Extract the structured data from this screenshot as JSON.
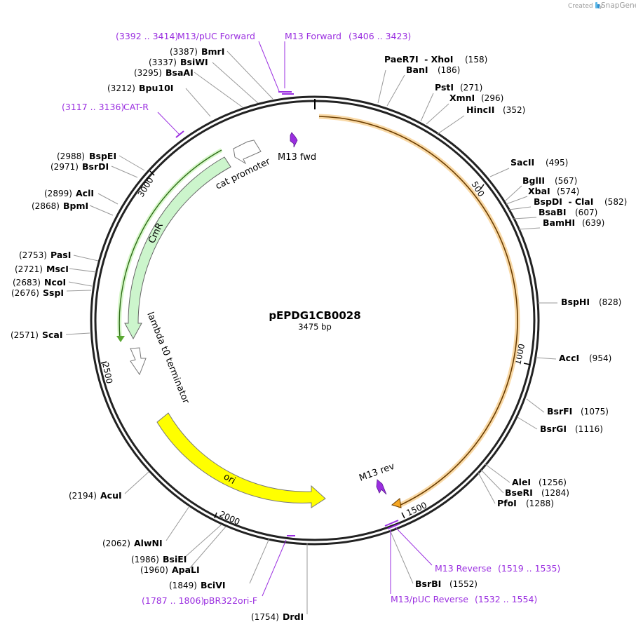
{
  "credit": {
    "prefix": "Created by",
    "brand": "SnapGene"
  },
  "plasmid": {
    "name": "pEPDG1CB0028",
    "length_label": "3475 bp"
  },
  "ticks": [
    "500",
    "1000",
    "1500",
    "2000",
    "2500",
    "3000"
  ],
  "sites": [
    {
      "name": "PaeR7I",
      "pos": "(158)",
      "extra": "- XhoI"
    },
    {
      "name": "BanI",
      "pos": "(186)"
    },
    {
      "name": "PstI",
      "pos": "(271)"
    },
    {
      "name": "XmnI",
      "pos": "(296)"
    },
    {
      "name": "HincII",
      "pos": "(352)"
    },
    {
      "name": "SacII",
      "pos": "(495)"
    },
    {
      "name": "BglII",
      "pos": "(567)"
    },
    {
      "name": "XbaI",
      "pos": "(574)"
    },
    {
      "name": "BspDI",
      "pos": "(582)",
      "extra": "- ClaI"
    },
    {
      "name": "BsaBI",
      "pos": "(607)"
    },
    {
      "name": "BamHI",
      "pos": "(639)"
    },
    {
      "name": "BspHI",
      "pos": "(828)"
    },
    {
      "name": "AccI",
      "pos": "(954)"
    },
    {
      "name": "BsrFI",
      "pos": "(1075)"
    },
    {
      "name": "BsrGI",
      "pos": "(1116)"
    },
    {
      "name": "AleI",
      "pos": "(1256)"
    },
    {
      "name": "BseRI",
      "pos": "(1284)"
    },
    {
      "name": "PfoI",
      "pos": "(1288)"
    },
    {
      "name": "BsrBI",
      "pos": "(1552)"
    },
    {
      "name": "DrdI",
      "pos": "(1754)"
    },
    {
      "name": "BciVI",
      "pos": "(1849)"
    },
    {
      "name": "ApaLI",
      "pos": "(1960)"
    },
    {
      "name": "BsiEI",
      "pos": "(1986)"
    },
    {
      "name": "AlwNI",
      "pos": "(2062)"
    },
    {
      "name": "AcuI",
      "pos": "(2194)"
    },
    {
      "name": "ScaI",
      "pos": "(2571)"
    },
    {
      "name": "SspI",
      "pos": "(2676)"
    },
    {
      "name": "NcoI",
      "pos": "(2683)"
    },
    {
      "name": "MscI",
      "pos": "(2721)"
    },
    {
      "name": "PasI",
      "pos": "(2753)"
    },
    {
      "name": "BpmI",
      "pos": "(2868)"
    },
    {
      "name": "AclI",
      "pos": "(2899)"
    },
    {
      "name": "BsrDI",
      "pos": "(2971)"
    },
    {
      "name": "BspEI",
      "pos": "(2988)"
    },
    {
      "name": "Bpu10I",
      "pos": "(3212)"
    },
    {
      "name": "BsaAI",
      "pos": "(3295)"
    },
    {
      "name": "BsiWI",
      "pos": "(3337)"
    },
    {
      "name": "BmrI",
      "pos": "(3387)"
    }
  ],
  "primers": [
    {
      "name": "M13/pUC Forward",
      "range": "(3392 .. 3414)"
    },
    {
      "name": "M13 Forward",
      "range": "(3406 .. 3423)"
    },
    {
      "name": "CAT-R",
      "range": "(3117 .. 3136)"
    },
    {
      "name": "M13 Reverse",
      "range": "(1519 .. 1535)"
    },
    {
      "name": "M13/pUC Reverse",
      "range": "(1532 .. 1554)"
    },
    {
      "name": "pBR322ori-F",
      "range": "(1787 .. 1806)"
    }
  ],
  "features": {
    "m13_fwd": "M13 fwd",
    "m13_rev": "M13 rev",
    "cat_promoter": "cat promoter",
    "cmr": "CmR",
    "lambda": "lambda t0 terminator",
    "ori": "ori"
  },
  "colors": {
    "primer": "#9a2ee0",
    "cmr_fill": "#ccf5cc",
    "cmr_stroke": "#5aa832",
    "ori_fill": "#ffff00",
    "orange_arc": "#f5a623",
    "m13_arrow": "#9a2ee0"
  }
}
